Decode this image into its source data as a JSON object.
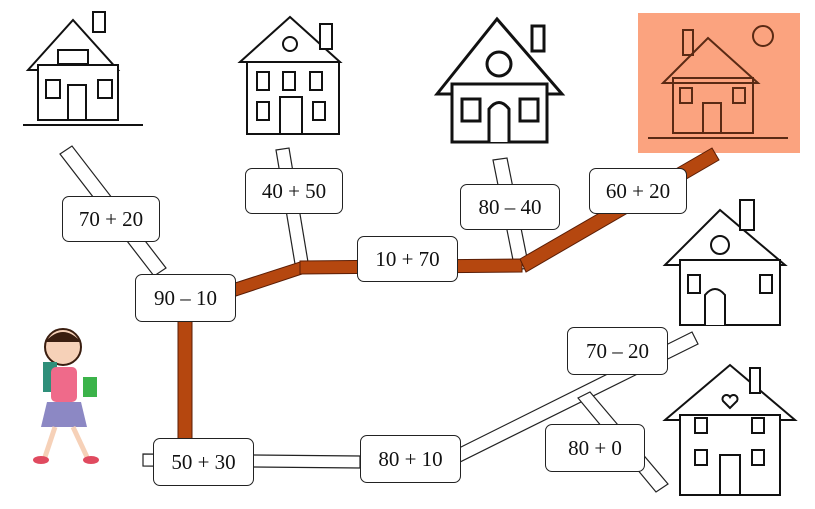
{
  "colors": {
    "path_correct": "#b5470f",
    "highlight_house": "#fba37f",
    "path_plain": "#ffffff"
  },
  "expressions": {
    "e1": "70 + 20",
    "e2": "40 + 50",
    "e3": "10 + 70",
    "e4": "80 – 40",
    "e5": "60 + 20",
    "e6": "90 – 10",
    "e7": "70 – 20",
    "e8": "80 + 10",
    "e9": "80 + 0",
    "e10": "50 + 30"
  }
}
